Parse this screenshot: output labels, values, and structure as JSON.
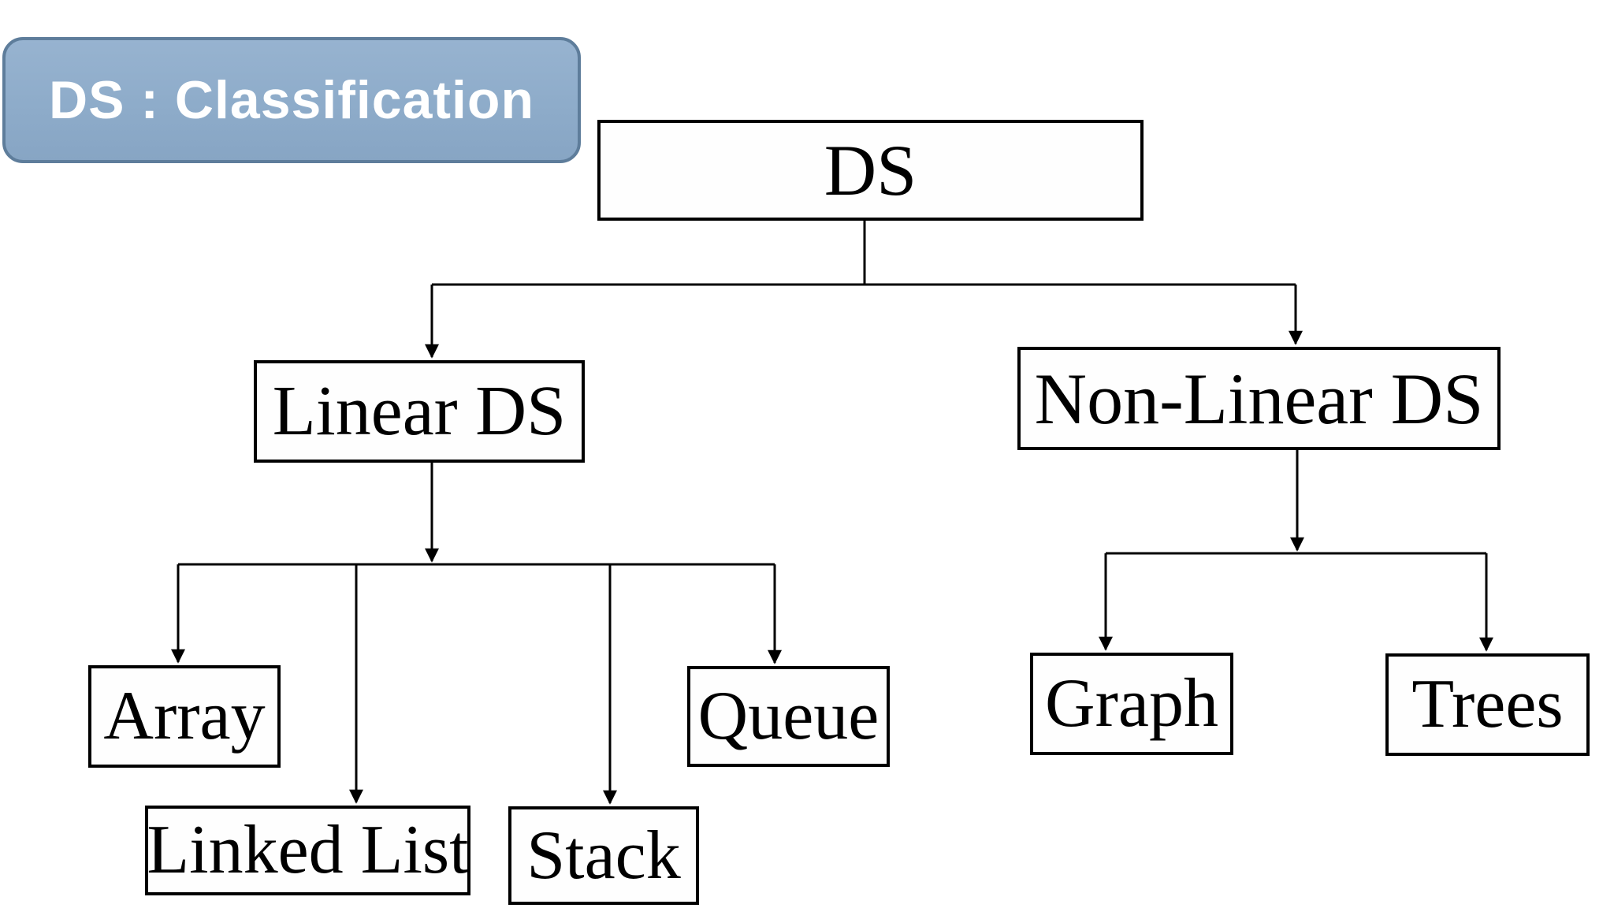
{
  "page": {
    "background": "#ffffff",
    "line_color": "#000000",
    "box_fill": "#fefefe",
    "box_border_color": "#000000"
  },
  "badge": {
    "label": "DS : Classification",
    "fill": "#8fabc9",
    "border_color": "#5e7d9b",
    "text_color": "#ffffff"
  },
  "diagram": {
    "type": "flowchart-tree",
    "nodes": [
      {
        "id": "ds",
        "label": "DS",
        "level": 0
      },
      {
        "id": "linear",
        "label": "Linear DS",
        "level": 1
      },
      {
        "id": "nonlinear",
        "label": "Non-Linear DS",
        "level": 1
      },
      {
        "id": "array",
        "label": "Array",
        "level": 2
      },
      {
        "id": "linkedlist",
        "label": "Linked List",
        "level": 2
      },
      {
        "id": "stack",
        "label": "Stack",
        "level": 2
      },
      {
        "id": "queue",
        "label": "Queue",
        "level": 2
      },
      {
        "id": "graph",
        "label": "Graph",
        "level": 2
      },
      {
        "id": "trees",
        "label": "Trees",
        "level": 2
      }
    ],
    "edges": [
      {
        "from": "ds",
        "to": "linear"
      },
      {
        "from": "ds",
        "to": "nonlinear"
      },
      {
        "from": "linear",
        "to": "array"
      },
      {
        "from": "linear",
        "to": "linkedlist"
      },
      {
        "from": "linear",
        "to": "stack"
      },
      {
        "from": "linear",
        "to": "queue"
      },
      {
        "from": "nonlinear",
        "to": "graph"
      },
      {
        "from": "nonlinear",
        "to": "trees"
      }
    ]
  }
}
